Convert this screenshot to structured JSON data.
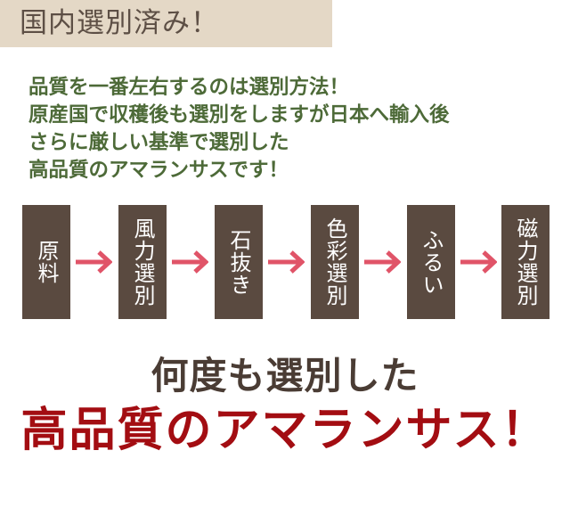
{
  "header": {
    "title": "国内選別済み！",
    "background": "#e4d8c6"
  },
  "intro": {
    "lines": [
      "品質を一番左右するのは選別方法！",
      "原産国で収穫後も選別をしますが日本へ輸入後",
      "さらに厳しい基準で選別した",
      "高品質のアマランサスです！"
    ],
    "color": "#4d6a38"
  },
  "flow": {
    "steps": [
      {
        "label": "原料"
      },
      {
        "label": "風力選別"
      },
      {
        "label": "石抜き"
      },
      {
        "label": "色彩選別"
      },
      {
        "label": "ふるい"
      },
      {
        "label": "磁力選別"
      }
    ],
    "arrow_icon": "right-arrow-icon",
    "box_color": "#5a4a40",
    "arrow_color": "#e05468"
  },
  "closing": {
    "line1": "何度も選別した",
    "line2": "高品質のアマランサス！",
    "line1_color": "#4a3c34",
    "line2_color": "#a30d12"
  }
}
